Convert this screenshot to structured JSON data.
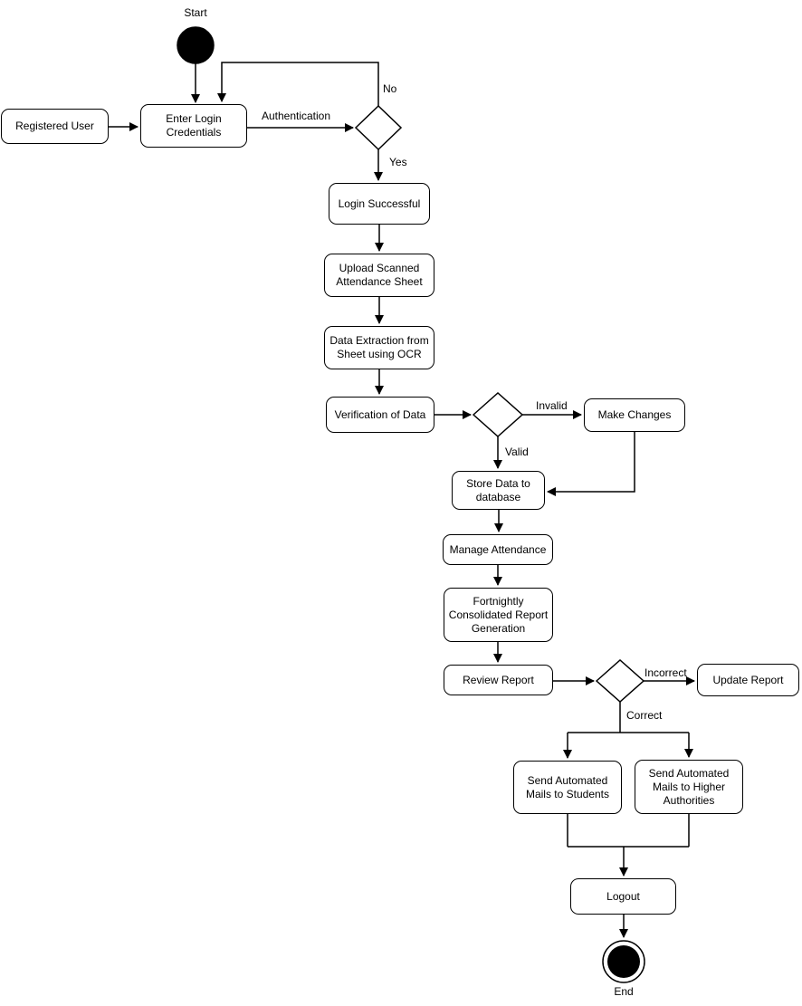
{
  "diagram": {
    "colors": {
      "stroke": "#000000",
      "node_fill": "#ffffff",
      "text": "#000000",
      "background": "#ffffff"
    },
    "start": {
      "label": "Start"
    },
    "end": {
      "label": "End"
    },
    "nodes": {
      "registered_user": {
        "label": "Registered User"
      },
      "enter_login_credentials": {
        "label": "Enter Login\nCredentials"
      },
      "login_successful": {
        "label": "Login Successful"
      },
      "upload_scanned_attendance_sheet": {
        "label": "Upload Scanned\nAttendance Sheet"
      },
      "data_extraction_from_sheet_using_ocr": {
        "label": "Data Extraction from\nSheet using OCR"
      },
      "verification_of_data": {
        "label": "Verification of Data"
      },
      "make_changes": {
        "label": "Make Changes"
      },
      "store_data_to_database": {
        "label": "Store Data to\ndatabase"
      },
      "manage_attendance": {
        "label": "Manage Attendance"
      },
      "fortnightly_consolidated_report_generation": {
        "label": "Fortnightly\nConsolidated Report\nGeneration"
      },
      "review_report": {
        "label": "Review Report"
      },
      "update_report": {
        "label": "Update Report"
      },
      "send_automated_mails_to_students": {
        "label": "Send Automated\nMails to Students"
      },
      "send_automated_mails_to_higher_authorities": {
        "label": "Send Automated\nMails to Higher\nAuthorities"
      },
      "logout": {
        "label": "Logout"
      }
    },
    "edge_labels": {
      "authentication": "Authentication",
      "no": "No",
      "yes": "Yes",
      "invalid": "Invalid",
      "valid": "Valid",
      "incorrect": "Incorrect",
      "correct": "Correct"
    }
  }
}
